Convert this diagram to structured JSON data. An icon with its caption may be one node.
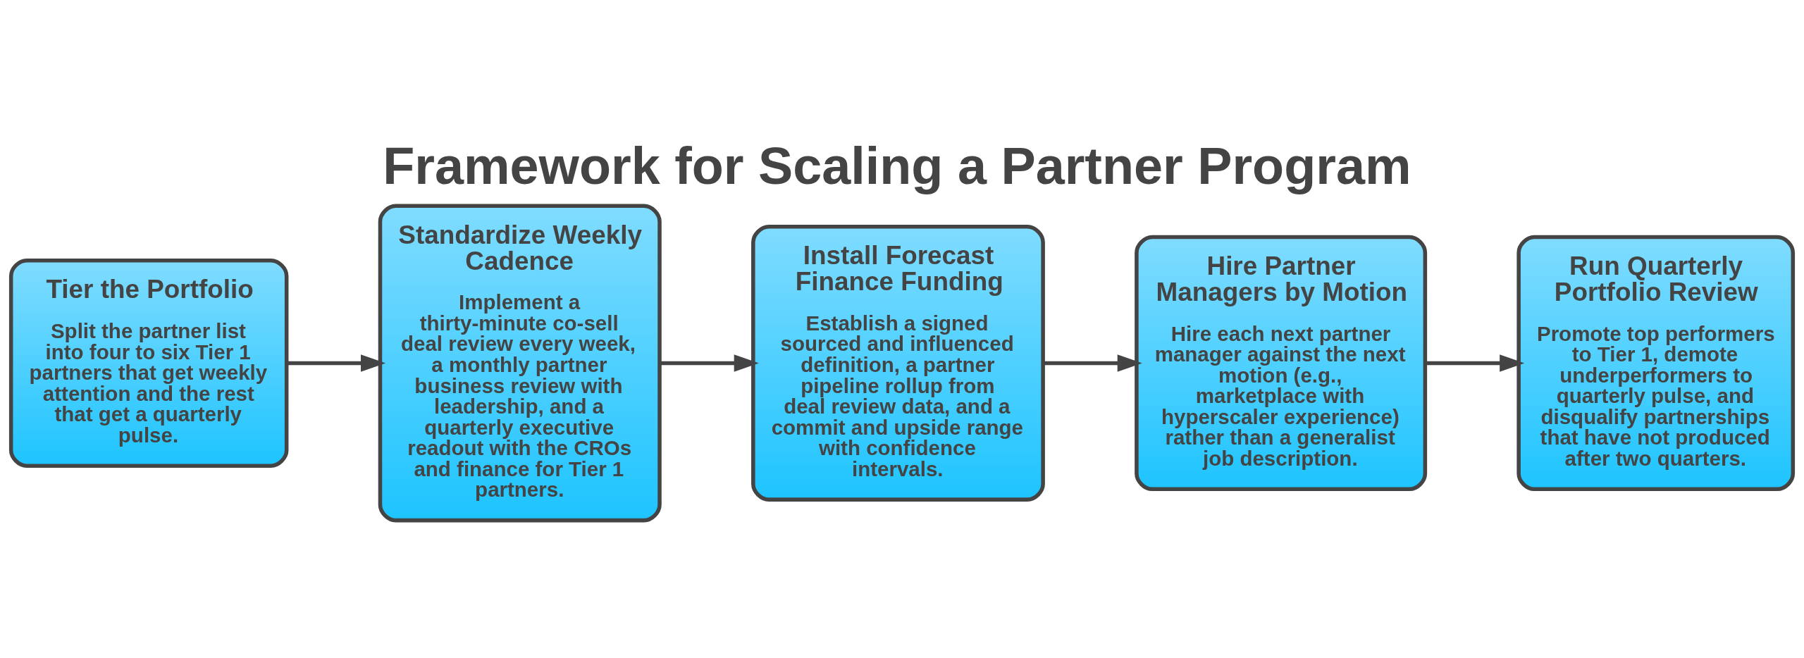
{
  "diagram": {
    "title": "Framework for Scaling a Partner Program",
    "nodes": [
      {
        "text": [
          "Tier the Portfolio",
          "Split the partner list into four to six Tier 1 partners that get weekly attention and the rest that get a quarterly pulse."
        ]
      },
      {
        "text": [
          "Standardize Weekly Cadence",
          "Implement a thirty-minute co-sell deal review every week, a monthly partner business review with leadership, and a quarterly executive readout with the CROs and finance for Tier 1 partners."
        ]
      },
      {
        "text": [
          "Install Forecast Finance Funding",
          "Establish a signed sourced and influenced definition, a partner pipeline rollup from deal review data, and a commit and upside range with confidence intervals."
        ]
      },
      {
        "text": [
          "Hire Partner Managers by Motion",
          "Hire each next partner manager against the next motion (e.g., marketplace with hyperscaler experience) rather than a generalist job description."
        ]
      },
      {
        "text": [
          "Run Quarterly Portfolio Review",
          "Promote top performers to Tier 1, demote underperformers to quarterly pulse, and disqualify partnerships that have not produced after two quarters."
        ]
      }
    ],
    "edges": [
      {
        "from": 0,
        "to": 1,
        "arrow": "to"
      },
      {
        "from": 1,
        "to": 2,
        "arrow": "to"
      },
      {
        "from": 2,
        "to": 3,
        "arrow": "to"
      },
      {
        "from": 3,
        "to": 4,
        "arrow": "to"
      }
    ]
  }
}
